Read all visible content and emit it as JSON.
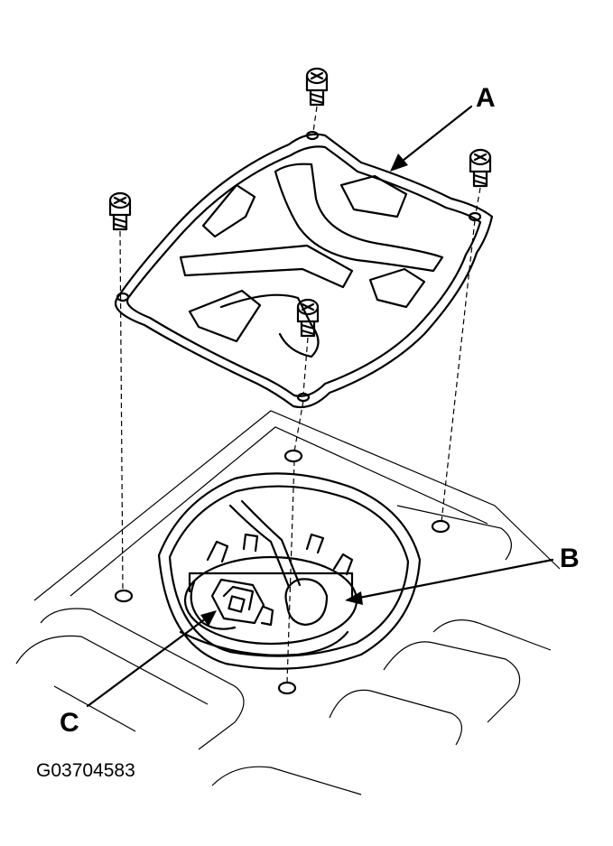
{
  "callouts": {
    "a": "A",
    "b": "B",
    "c": "C"
  },
  "figure_code": "G03704583"
}
